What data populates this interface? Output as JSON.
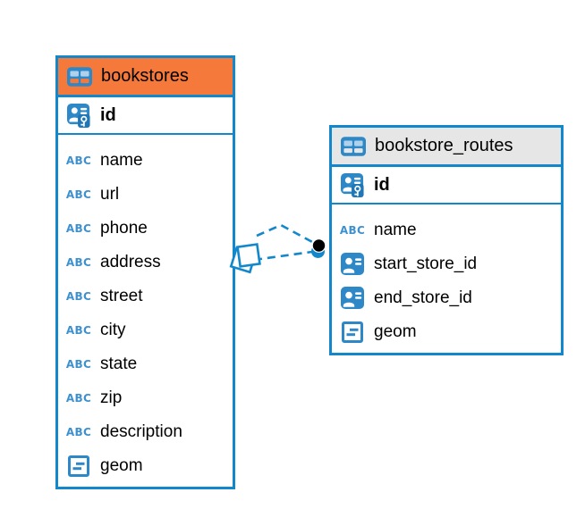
{
  "diagram": {
    "background": "#ffffff",
    "accent_blue": "#1287cb",
    "icon_blue": "#2e88c8",
    "icons": {
      "text_type_glyph": "ABC"
    },
    "tables": [
      {
        "title": "bookstores",
        "header_color": "#f5793b",
        "primary_key": {
          "name": "id",
          "type": "primary-key"
        },
        "fields": [
          {
            "name": "name",
            "type": "text"
          },
          {
            "name": "url",
            "type": "text"
          },
          {
            "name": "phone",
            "type": "text"
          },
          {
            "name": "address",
            "type": "text"
          },
          {
            "name": "street",
            "type": "text"
          },
          {
            "name": "city",
            "type": "text"
          },
          {
            "name": "state",
            "type": "text"
          },
          {
            "name": "zip",
            "type": "text"
          },
          {
            "name": "description",
            "type": "text"
          },
          {
            "name": "geom",
            "type": "geometry"
          }
        ]
      },
      {
        "title": "bookstore_routes",
        "header_color": "#e6e6e6",
        "primary_key": {
          "name": "id",
          "type": "primary-key"
        },
        "fields": [
          {
            "name": "name",
            "type": "text"
          },
          {
            "name": "start_store_id",
            "type": "foreign-key"
          },
          {
            "name": "end_store_id",
            "type": "foreign-key"
          },
          {
            "name": "geom",
            "type": "geometry"
          }
        ]
      }
    ],
    "relationships": [
      {
        "from": "bookstores",
        "to": "bookstore_routes",
        "style": "dashed",
        "shape": "bent"
      },
      {
        "from": "bookstores",
        "to": "bookstore_routes",
        "style": "dashed",
        "shape": "straight"
      }
    ]
  }
}
